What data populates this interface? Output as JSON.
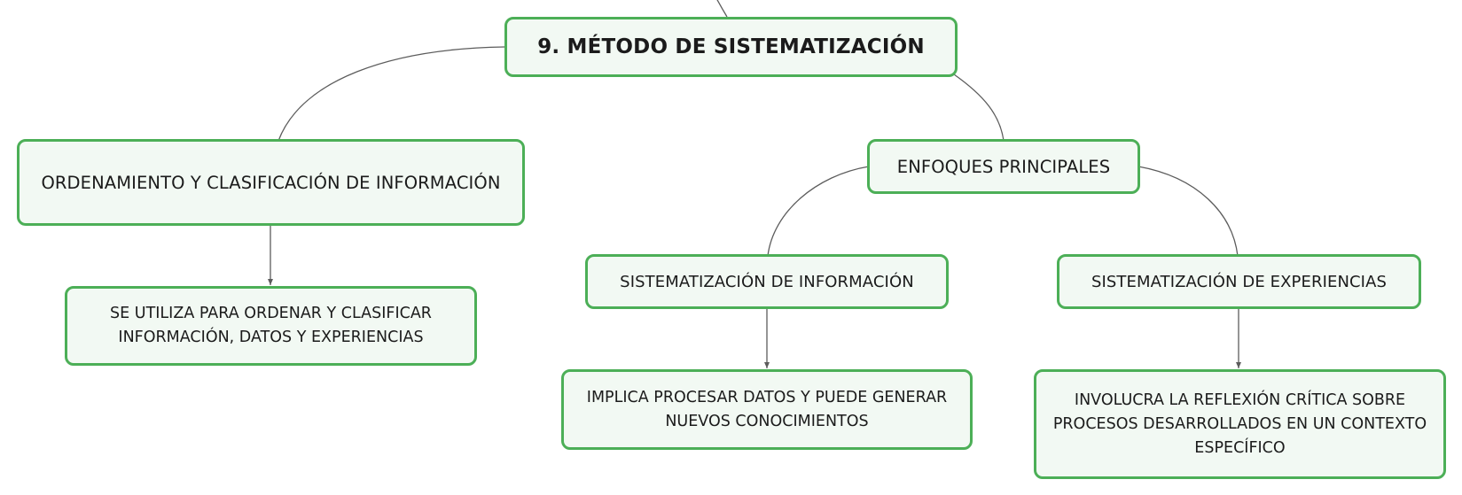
{
  "diagram": {
    "root": {
      "label": "9. MÉTODO DE SISTEMATIZACIÓN"
    },
    "ordenamiento": {
      "label": "ORDENAMIENTO Y CLASIFICACIÓN DE INFORMACIÓN"
    },
    "ordenamiento_detail": {
      "label": "SE UTILIZA PARA ORDENAR Y CLASIFICAR INFORMACIÓN, DATOS Y EXPERIENCIAS"
    },
    "enfoques": {
      "label": "ENFOQUES PRINCIPALES"
    },
    "sis_informacion": {
      "label": "SISTEMATIZACIÓN DE INFORMACIÓN"
    },
    "sis_informacion_detail": {
      "label": "IMPLICA PROCESAR DATOS Y PUEDE GENERAR NUEVOS CONOCIMIENTOS"
    },
    "sis_experiencias": {
      "label": "SISTEMATIZACIÓN DE EXPERIENCIAS"
    },
    "sis_experiencias_detail": {
      "label": "INVOLUCRA LA REFLEXIÓN CRÍTICA SOBRE PROCESOS DESARROLLADOS EN UN CONTEXTO ESPECÍFICO"
    }
  },
  "colors": {
    "node_border": "#4caf57",
    "node_fill": "#f2f9f3",
    "edge": "#5c5c5c",
    "text": "#1b1b1b"
  }
}
